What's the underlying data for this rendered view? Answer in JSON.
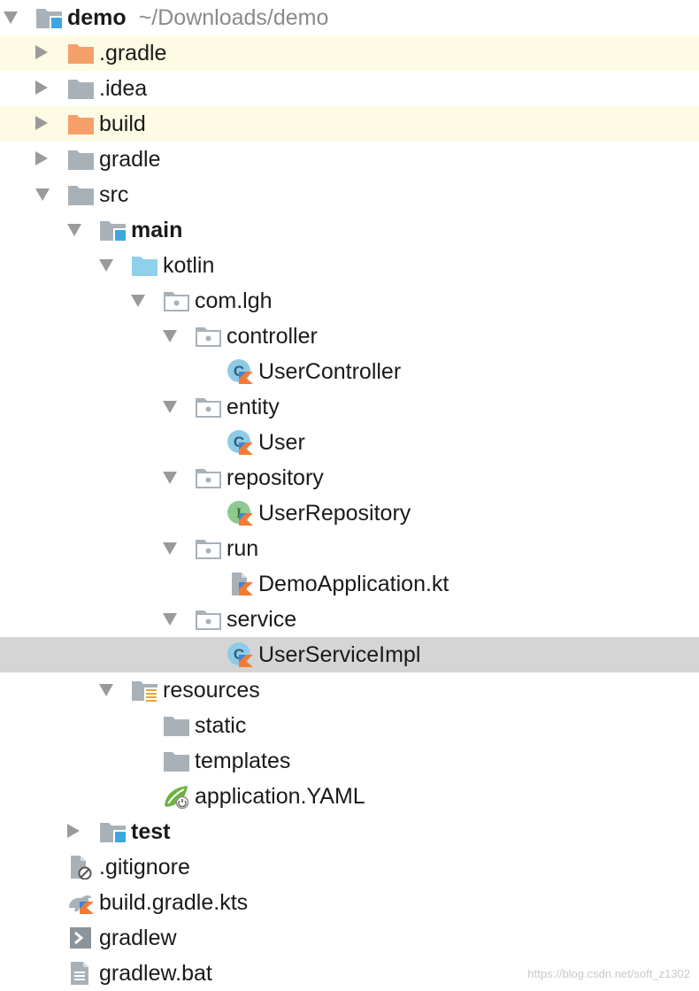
{
  "tree": {
    "root": {
      "label": "demo",
      "path": "~/Downloads/demo"
    },
    "gradle_hidden": ".gradle",
    "idea": ".idea",
    "build": "build",
    "gradle": "gradle",
    "src": "src",
    "main": "main",
    "kotlin": "kotlin",
    "package": "com.lgh",
    "controller": "controller",
    "user_controller": "UserController",
    "entity": "entity",
    "user": "User",
    "repository": "repository",
    "user_repository": "UserRepository",
    "run": "run",
    "demo_application": "DemoApplication.kt",
    "service": "service",
    "user_service_impl": "UserServiceImpl",
    "resources": "resources",
    "static": "static",
    "templates": "templates",
    "application_yaml": "application.YAML",
    "test": "test",
    "gitignore": ".gitignore",
    "build_gradle_kts": "build.gradle.kts",
    "gradlew": "gradlew",
    "gradlew_bat": "gradlew.bat"
  },
  "colors": {
    "excluded_folder": "#f5a06a",
    "folder": "#a9b1b8",
    "source_folder": "#8fd0ea",
    "module_badge": "#3aa7e0",
    "class_circle": "#8fcbe6",
    "interface_circle": "#8ec98f",
    "kotlin_orange": "#f47a33",
    "kotlin_blue": "#3b86d9",
    "highlight_row": "#fdfbe4",
    "selected_row": "#d5d5d5"
  },
  "watermark": "https://blog.csdn.net/soft_z1302"
}
